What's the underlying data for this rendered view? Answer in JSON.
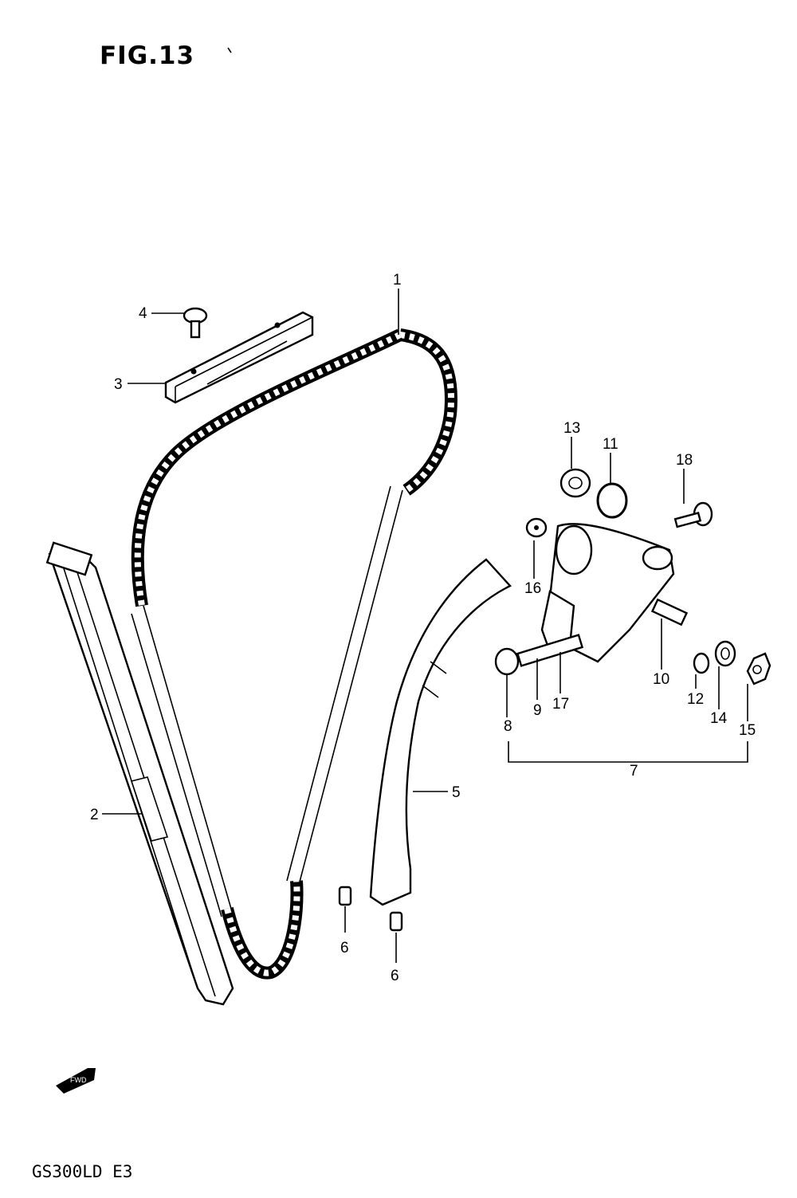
{
  "figure": {
    "title": "FIG.13",
    "model_code": "GS300LD E3",
    "fwd_arrow_label": "FWD"
  },
  "callouts": {
    "p1": "1",
    "p2": "2",
    "p3": "3",
    "p4": "4",
    "p5": "5",
    "p6a": "6",
    "p6b": "6",
    "p7": "7",
    "p8": "8",
    "p9": "9",
    "p10": "10",
    "p11": "11",
    "p12": "12",
    "p13": "13",
    "p14": "14",
    "p15": "15",
    "p16": "16",
    "p17": "17",
    "p18": "18"
  }
}
